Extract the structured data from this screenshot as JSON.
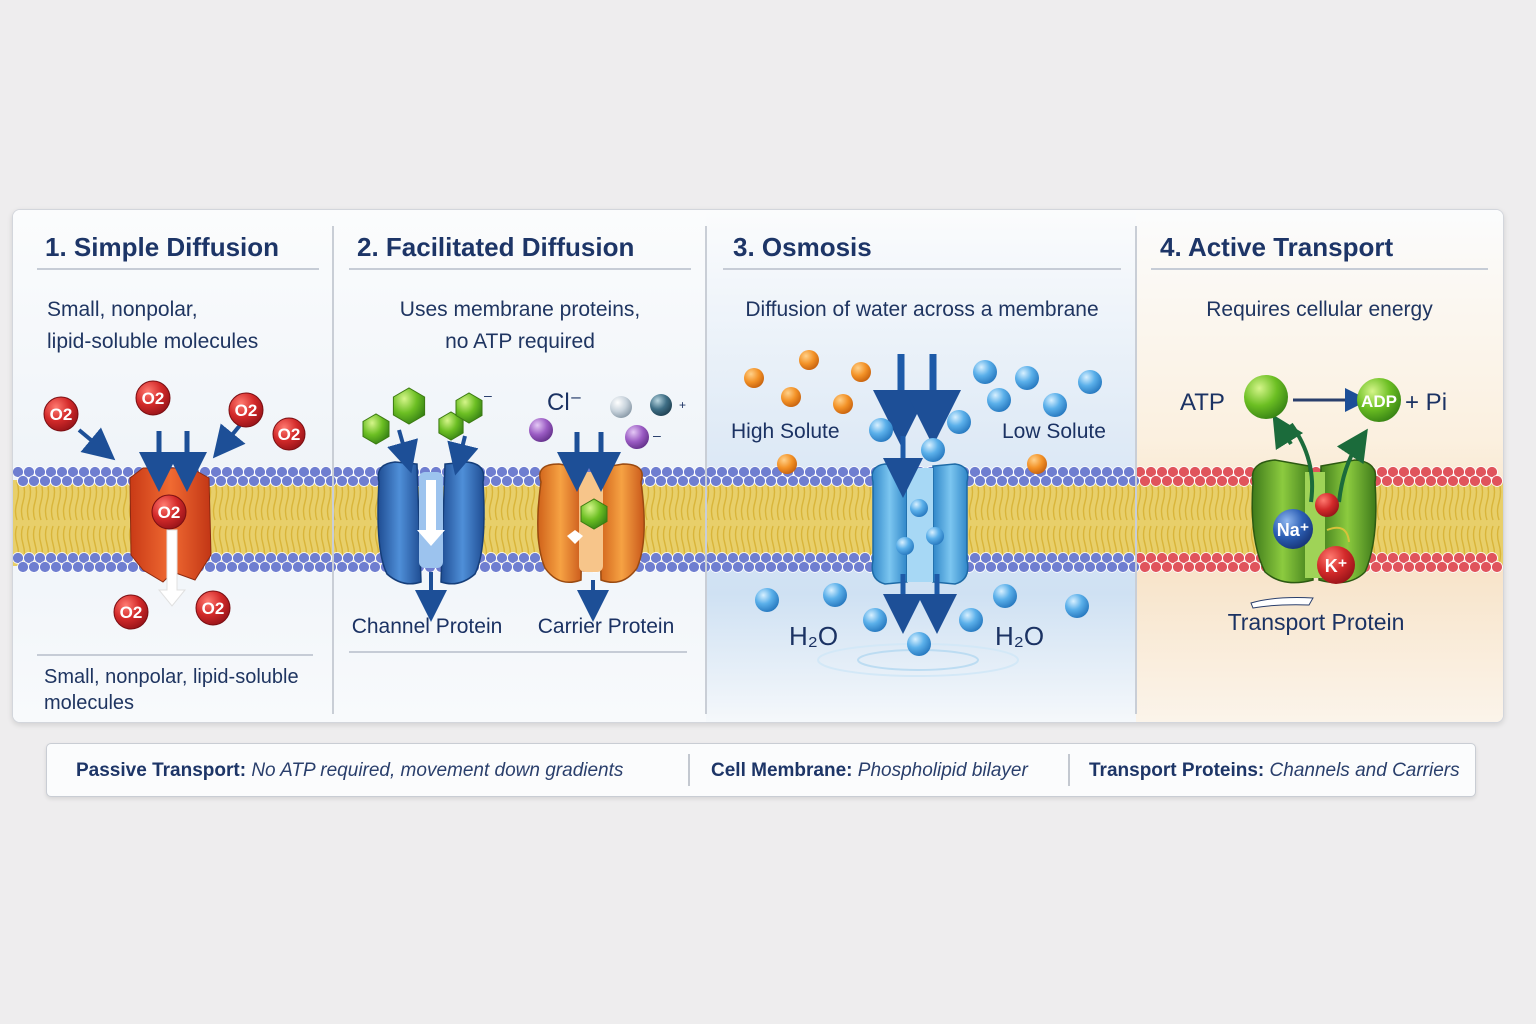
{
  "panels": [
    {
      "title": "1. Simple Diffusion",
      "subtitle_lines": [
        "Small, nonpolar,",
        "lipid-soluble molecules"
      ],
      "molecule_label": "O2",
      "caption_lines": [
        "Small, nonpolar, lipid-soluble",
        "molecules"
      ]
    },
    {
      "title": "2. Facilitated Diffusion",
      "subtitle_lines": [
        "Uses membrane proteins,",
        "no ATP required"
      ],
      "ion_label": "Cl⁻",
      "channel_label": "Channel Protein",
      "carrier_label": "Carrier Protein"
    },
    {
      "title": "3. Osmosis",
      "subtitle_lines": [
        "Diffusion of water across a membrane"
      ],
      "high_label": "High Solute",
      "low_label": "Low Solute",
      "water_label": "H₂O"
    },
    {
      "title": "4. Active Transport",
      "subtitle_lines": [
        "Requires cellular energy"
      ],
      "atp_label": "ATP",
      "adp_label": "ADP",
      "pi_label": "+ Pi",
      "sodium_label": "Na⁺",
      "potassium_label": "K⁺",
      "protein_label": "Transport Protein"
    }
  ],
  "footer": [
    {
      "label": "Passive Transport:",
      "text": "No ATP required, movement down gradients"
    },
    {
      "label": "Cell Membrane:",
      "text": "Phospholipid bilayer"
    },
    {
      "label": "Transport Proteins:",
      "text": "Channels and Carriers"
    }
  ],
  "colors": {
    "title": "#1d3567",
    "oxygen": "#c9202a",
    "lipid_head": "#6f7ed0",
    "lipid_head_active": "#e0545c",
    "lipid_tail": "#d9b53a",
    "channel_protein": "#2d67b3",
    "carrier_protein": "#e37a27",
    "aquaporin": "#4a9fd8",
    "pump_protein": "#5c9c2c",
    "arrow": "#1d4f97",
    "energy_arrow": "#1b6b3b"
  },
  "icons": [
    "o2-molecule-icon",
    "hexagon-molecule-icon",
    "water-drop-icon",
    "atp-sphere-icon",
    "ion-sphere-icon"
  ]
}
